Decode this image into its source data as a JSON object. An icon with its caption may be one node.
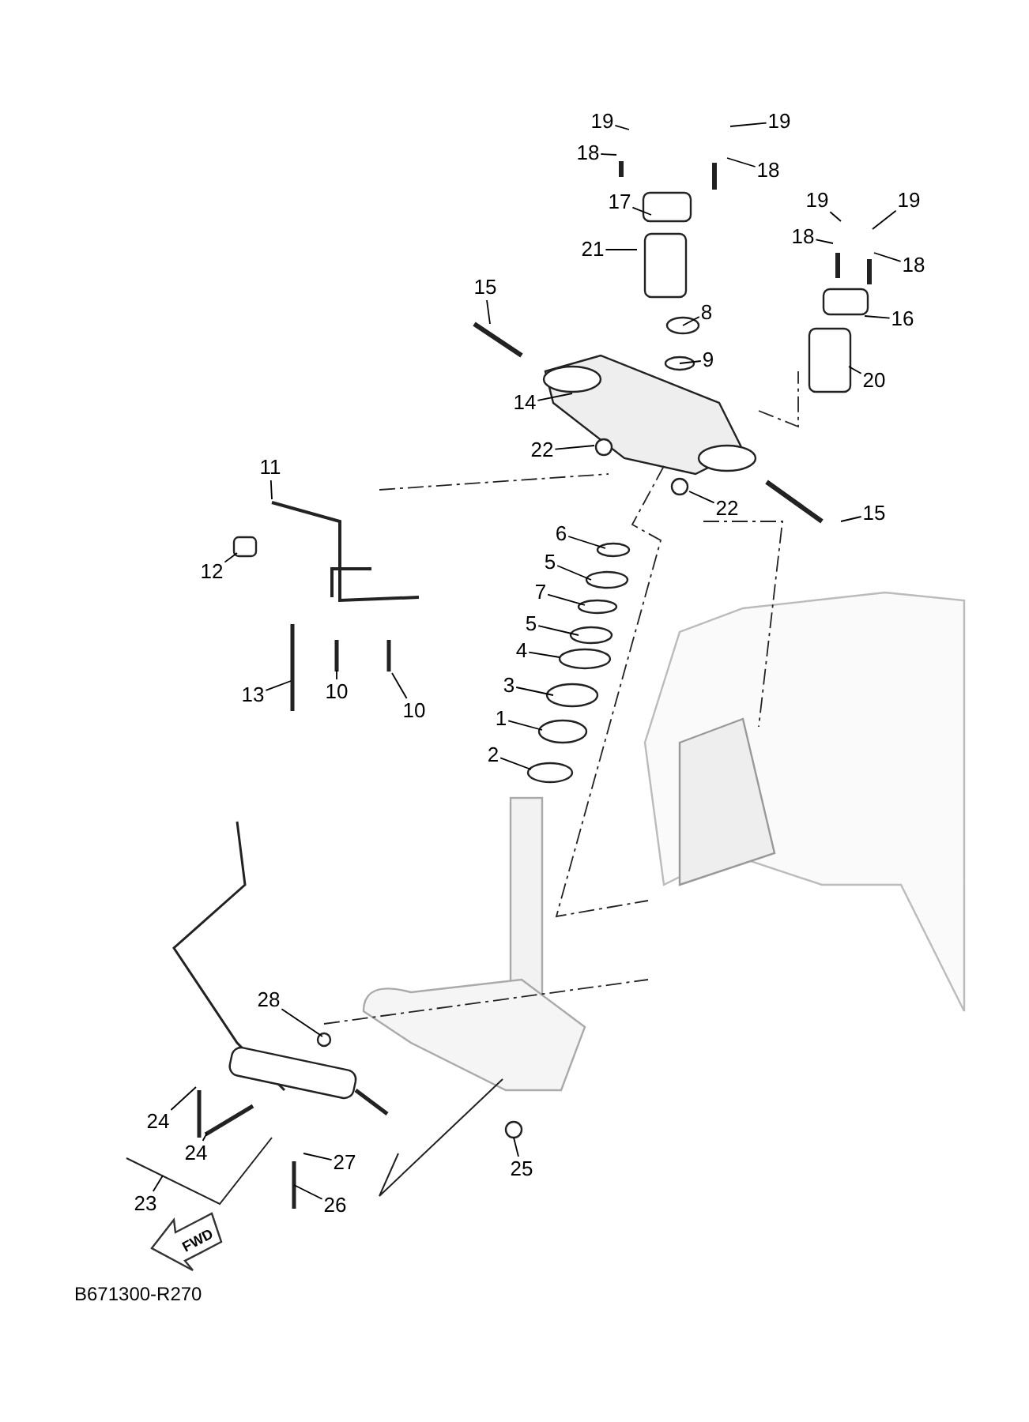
{
  "diagram": {
    "caption": "B671300-R270",
    "nodes": [
      {
        "text": [
          "19"
        ]
      },
      {
        "text": [
          "19"
        ]
      },
      {
        "text": [
          "18"
        ]
      },
      {
        "text": [
          "18"
        ]
      },
      {
        "text": [
          "17"
        ]
      },
      {
        "text": [
          "21"
        ]
      },
      {
        "text": [
          "19"
        ]
      },
      {
        "text": [
          "19"
        ]
      },
      {
        "text": [
          "18"
        ]
      },
      {
        "text": [
          "18"
        ]
      },
      {
        "text": [
          "15"
        ]
      },
      {
        "text": [
          "8"
        ]
      },
      {
        "text": [
          "16"
        ]
      },
      {
        "text": [
          "9"
        ]
      },
      {
        "text": [
          "20"
        ]
      },
      {
        "text": [
          "14"
        ]
      },
      {
        "text": [
          "22"
        ]
      },
      {
        "text": [
          "22"
        ]
      },
      {
        "text": [
          "15"
        ]
      },
      {
        "text": [
          "11"
        ]
      },
      {
        "text": [
          "6"
        ]
      },
      {
        "text": [
          "12"
        ]
      },
      {
        "text": [
          "5"
        ]
      },
      {
        "text": [
          "7"
        ]
      },
      {
        "text": [
          "5"
        ]
      },
      {
        "text": [
          "4"
        ]
      },
      {
        "text": [
          "3"
        ]
      },
      {
        "text": [
          "13"
        ]
      },
      {
        "text": [
          "10"
        ]
      },
      {
        "text": [
          "10"
        ]
      },
      {
        "text": [
          "1"
        ]
      },
      {
        "text": [
          "2"
        ]
      },
      {
        "text": [
          "28"
        ]
      },
      {
        "text": [
          "24"
        ]
      },
      {
        "text": [
          "24"
        ]
      },
      {
        "text": [
          "27"
        ]
      },
      {
        "text": [
          "23"
        ]
      },
      {
        "text": [
          "26"
        ]
      },
      {
        "text": [
          "25"
        ]
      }
    ],
    "edges": [
      {
        "from": 0,
        "to": null,
        "arrow": "none"
      },
      {
        "from": 1,
        "to": null,
        "arrow": "none"
      },
      {
        "from": 2,
        "to": null,
        "arrow": "none"
      },
      {
        "from": 3,
        "to": null,
        "arrow": "none"
      },
      {
        "from": 4,
        "to": null,
        "arrow": "none"
      },
      {
        "from": 5,
        "to": null,
        "arrow": "none"
      },
      {
        "from": 6,
        "to": null,
        "arrow": "none"
      },
      {
        "from": 7,
        "to": null,
        "arrow": "none"
      },
      {
        "from": 8,
        "to": null,
        "arrow": "none"
      },
      {
        "from": 9,
        "to": null,
        "arrow": "none"
      },
      {
        "from": 10,
        "to": null,
        "arrow": "none"
      },
      {
        "from": 11,
        "to": null,
        "arrow": "none"
      },
      {
        "from": 12,
        "to": null,
        "arrow": "none"
      },
      {
        "from": 13,
        "to": null,
        "arrow": "none"
      },
      {
        "from": 14,
        "to": null,
        "arrow": "none"
      },
      {
        "from": 15,
        "to": null,
        "arrow": "none"
      },
      {
        "from": 16,
        "to": null,
        "arrow": "none"
      },
      {
        "from": 17,
        "to": null,
        "arrow": "none"
      },
      {
        "from": 18,
        "to": null,
        "arrow": "none"
      },
      {
        "from": 19,
        "to": null,
        "arrow": "none"
      },
      {
        "from": 20,
        "to": null,
        "arrow": "none"
      },
      {
        "from": 21,
        "to": null,
        "arrow": "none"
      },
      {
        "from": 22,
        "to": null,
        "arrow": "none"
      },
      {
        "from": 23,
        "to": null,
        "arrow": "none"
      },
      {
        "from": 24,
        "to": null,
        "arrow": "none"
      },
      {
        "from": 25,
        "to": null,
        "arrow": "none"
      },
      {
        "from": 26,
        "to": null,
        "arrow": "none"
      },
      {
        "from": 27,
        "to": null,
        "arrow": "none"
      },
      {
        "from": 28,
        "to": null,
        "arrow": "none"
      },
      {
        "from": 29,
        "to": null,
        "arrow": "none"
      },
      {
        "from": 30,
        "to": null,
        "arrow": "none"
      },
      {
        "from": 31,
        "to": null,
        "arrow": "none"
      },
      {
        "from": 32,
        "to": null,
        "arrow": "none"
      },
      {
        "from": 33,
        "to": null,
        "arrow": "none"
      },
      {
        "from": 34,
        "to": null,
        "arrow": "none"
      },
      {
        "from": 35,
        "to": null,
        "arrow": "none"
      },
      {
        "from": 36,
        "to": null,
        "arrow": "none"
      },
      {
        "from": 37,
        "to": null,
        "arrow": "none"
      },
      {
        "from": 38,
        "to": null,
        "arrow": "none"
      }
    ],
    "labels": [
      "FWD"
    ]
  }
}
